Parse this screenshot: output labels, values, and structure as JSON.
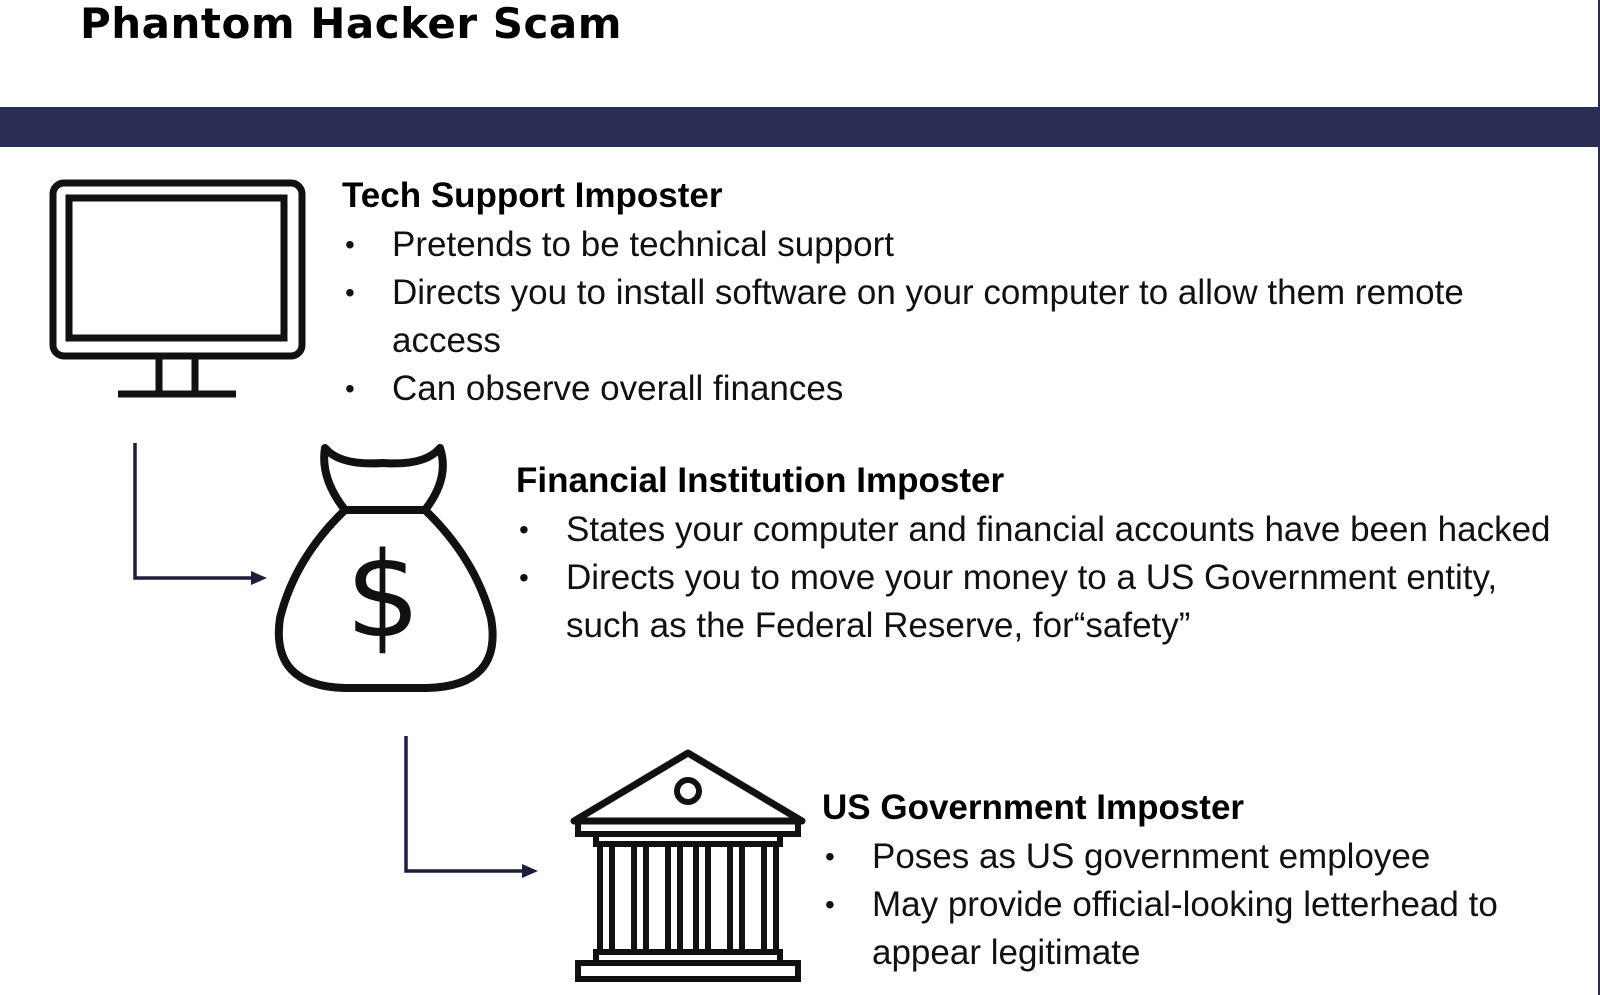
{
  "title": "Phantom Hacker Scam",
  "colors": {
    "band": "#2a2d56",
    "ink": "#111111",
    "background": "#ffffff"
  },
  "bullet_glyph": "•",
  "stages": [
    {
      "icon": "computer-monitor-icon",
      "heading": "Tech Support Imposter",
      "bullets": [
        "Pretends to be technical support",
        "Directs you to install software on your computer to allow them remote access",
        "Can observe overall finances"
      ]
    },
    {
      "icon": "money-bag-icon",
      "heading": "Financial Institution Imposter",
      "bullets": [
        "States your computer and financial accounts have been hacked",
        "Directs you to move your money to a US Government entity, such as the Federal Reserve, for“safety”"
      ]
    },
    {
      "icon": "government-building-icon",
      "heading": "US Government Imposter",
      "bullets": [
        "Poses as US government employee",
        "May provide official-looking letterhead to appear legitimate"
      ]
    }
  ]
}
